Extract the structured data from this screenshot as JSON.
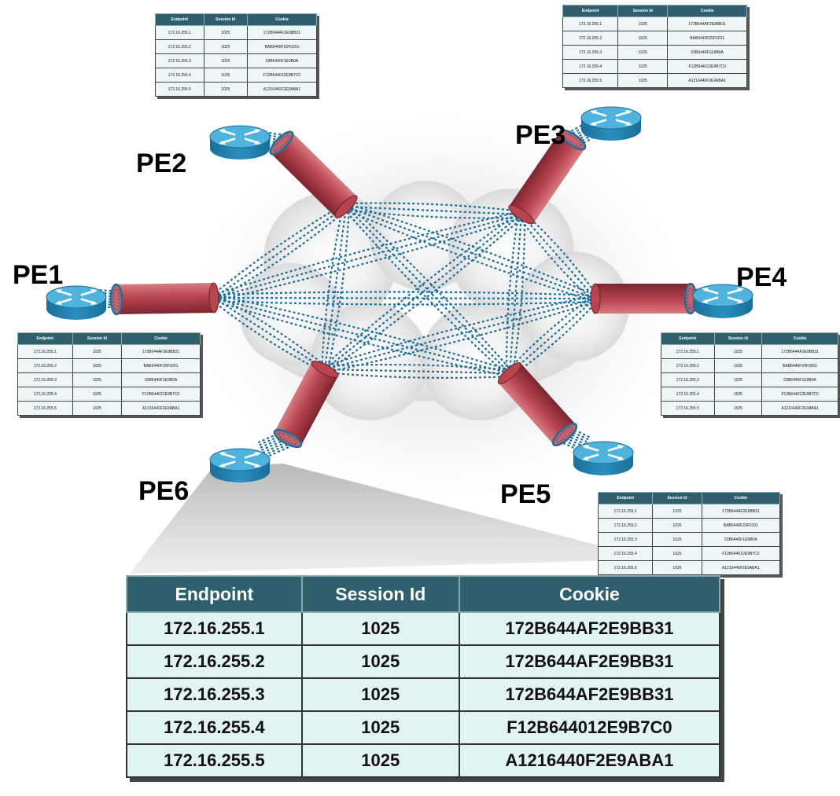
{
  "routers": [
    {
      "id": "pe1",
      "label": "PE1"
    },
    {
      "id": "pe2",
      "label": "PE2"
    },
    {
      "id": "pe3",
      "label": "PE3"
    },
    {
      "id": "pe4",
      "label": "PE4"
    },
    {
      "id": "pe5",
      "label": "PE5"
    },
    {
      "id": "pe6",
      "label": "PE6"
    }
  ],
  "headers": [
    "Endpoint",
    "Session Id",
    "Cookie"
  ],
  "mini_tables": [
    {
      "router": "pe2",
      "rows": [
        [
          "172.16.255.1",
          "1025",
          "172B644AF2E9BB31"
        ],
        [
          "172.16.255.2",
          "1025",
          "BAB6440F20F0201"
        ],
        [
          "172.16.255.3",
          "1025",
          "03B6440F1E9B0A"
        ],
        [
          "172.16.255.4",
          "1025",
          "F12B644012E9B7C0"
        ],
        [
          "172.16.255.5",
          "1025",
          "A1216440F2E9ABA1"
        ]
      ]
    },
    {
      "router": "pe3",
      "rows": [
        [
          "172.16.255.1",
          "1025",
          "172B644AF2E9BB31"
        ],
        [
          "172.16.255.2",
          "1025",
          "BAB6440F20F0201"
        ],
        [
          "172.16.255.3",
          "1025",
          "03B6440F1E9B0A"
        ],
        [
          "172.16.255.4",
          "1025",
          "F12B644012E9B7C0"
        ],
        [
          "172.16.255.5",
          "1025",
          "A1216440F2E9ABA1"
        ]
      ]
    },
    {
      "router": "pe1",
      "rows": [
        [
          "172.16.255.1",
          "1025",
          "172B644AF2E9BB31"
        ],
        [
          "172.16.255.2",
          "1025",
          "BAB6440F20F0201"
        ],
        [
          "172.16.255.3",
          "1025",
          "03B6440F1E9B0A"
        ],
        [
          "172.16.255.4",
          "1025",
          "F12B644012E9B7C0"
        ],
        [
          "172.16.255.5",
          "1025",
          "A1216440F2E9ABA1"
        ]
      ]
    },
    {
      "router": "pe4",
      "rows": [
        [
          "172.16.255.1",
          "1025",
          "172B644AF2E9BB31"
        ],
        [
          "172.16.255.2",
          "1025",
          "BAB6440F20F0201"
        ],
        [
          "172.16.255.3",
          "1025",
          "03B6440F1E9B0A"
        ],
        [
          "172.16.255.4",
          "1025",
          "F12B644012E9B7C0"
        ],
        [
          "172.16.255.5",
          "1025",
          "A1216440F2E9ABA1"
        ]
      ]
    },
    {
      "router": "pe5",
      "rows": [
        [
          "172.16.255.1",
          "1025",
          "172B644AF2E9BB31"
        ],
        [
          "172.16.255.2",
          "1025",
          "BAB6440F20F0201"
        ],
        [
          "172.16.255.3",
          "1025",
          "03B6440F1E9B0A"
        ],
        [
          "172.16.255.4",
          "1025",
          "F12B644012E9B7C0"
        ],
        [
          "172.16.255.5",
          "1025",
          "A1216440F2E9ABA1"
        ]
      ]
    }
  ],
  "main_table": {
    "router": "pe6",
    "headers": [
      "Endpoint",
      "Session Id",
      "Cookie"
    ],
    "rows": [
      [
        "172.16.255.1",
        "1025",
        "172B644AF2E9BB31"
      ],
      [
        "172.16.255.2",
        "1025",
        "172B644AF2E9BB31"
      ],
      [
        "172.16.255.3",
        "1025",
        "172B644AF2E9BB31"
      ],
      [
        "172.16.255.4",
        "1025",
        "F12B644012E9B7C0"
      ],
      [
        "172.16.255.5",
        "1025",
        "A1216440F2E9ABA1"
      ]
    ]
  },
  "colors": {
    "router": "#2a8fc0",
    "router_top": "#4fb3dd",
    "tunnel": "#b8444e",
    "session_line": "#1f6e96",
    "table_header": "#2f5f6c",
    "table_cell": "#e1f3f2",
    "cloud": "#e4e4e4"
  },
  "icons": {
    "router": "router-icon",
    "tunnel": "tunnel-icon",
    "cloud": "cloud-icon"
  }
}
